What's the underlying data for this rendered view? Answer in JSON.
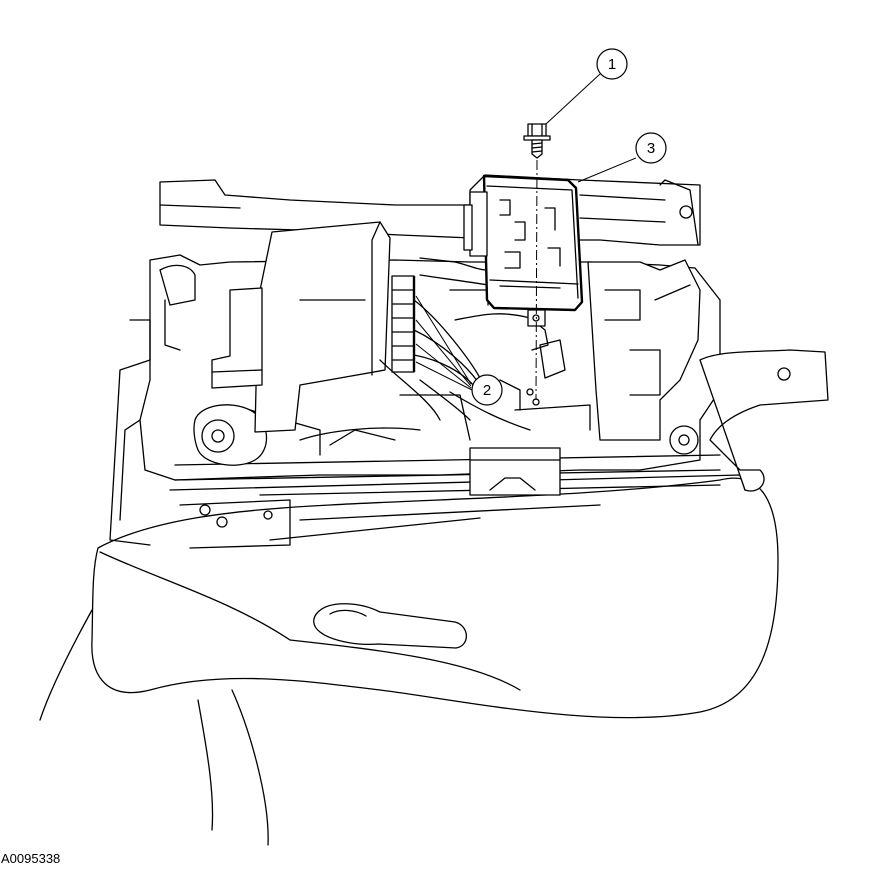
{
  "figure_id": "A0095338",
  "callouts": [
    {
      "number": "1",
      "part": "bolt"
    },
    {
      "number": "2",
      "part": "electrical-connectors"
    },
    {
      "number": "3",
      "part": "seat-module"
    }
  ]
}
